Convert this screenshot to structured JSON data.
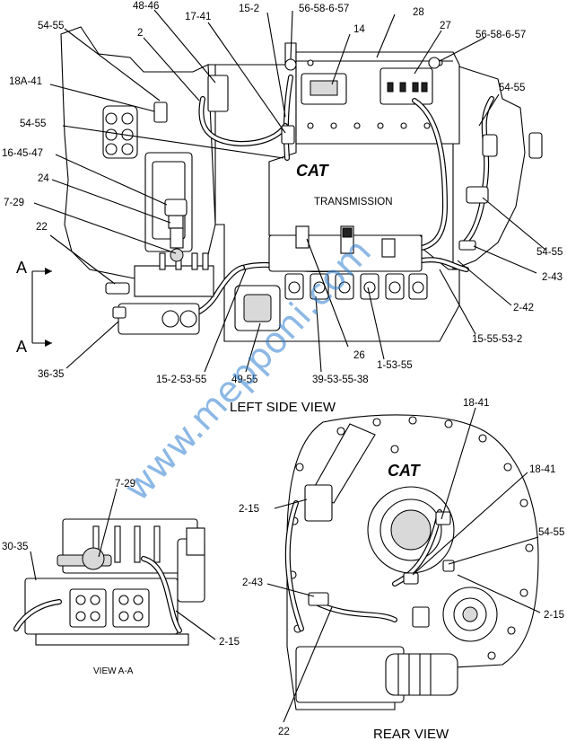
{
  "views": {
    "left_side_title": "LEFT SIDE VIEW",
    "rear_title": "REAR VIEW",
    "view_aa_title": "VIEW  A-A",
    "section_marker_top": "A",
    "section_marker_bottom": "A",
    "housing_text": "TRANSMISSION",
    "logo_text": "CAT"
  },
  "watermark": "www.mepponi.com",
  "callouts": {
    "c_48_46": "48-46",
    "c_17_41": "17-41",
    "c_15_2_top": "15-2",
    "c_56_58_6_57_a": "56-58-6-57",
    "c_28": "28",
    "c_54_55_a": "54-55",
    "c_2_top": "2",
    "c_14": "14",
    "c_27": "27",
    "c_56_58_6_57_b": "56-58-6-57",
    "c_18a_41": "18A-41",
    "c_54_55_right": "54-55",
    "c_54_55_b": "54-55",
    "c_16_45_47": "16-45-47",
    "c_24": "24",
    "c_7_29": "7-29",
    "c_22": "22",
    "c_54_55_c": "54-55",
    "c_2_43_right": "2-43",
    "c_2_42": "2-42",
    "c_15_55_53_2": "15-55-53-2",
    "c_26": "26",
    "c_1_53_55": "1-53-55",
    "c_36_35": "36-35",
    "c_15_2_53_55": "15-2-53-55",
    "c_49_55": "49-55",
    "c_39_53_55_38": "39-53-55-38",
    "c_18_41_a": "18-41",
    "c_18_41_b": "18-41",
    "c_54_55_rear": "54-55",
    "c_2_15_rear_left": "2-15",
    "c_2_43_rear": "2-43",
    "c_2_15_rear_right": "2-15",
    "c_22_rear": "22",
    "c_7_29_aa": "7-29",
    "c_30_35": "30-35",
    "c_2_15_aa": "2-15"
  }
}
